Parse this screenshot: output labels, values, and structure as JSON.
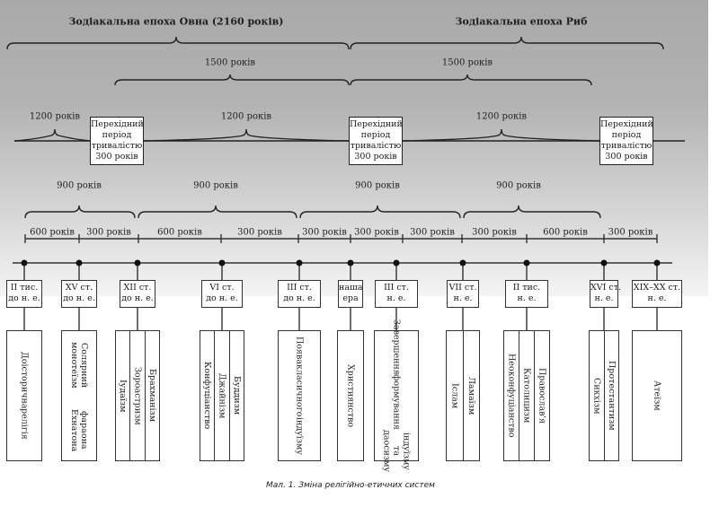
{
  "diagram": {
    "title": "Зміна релігійно-етичних систем",
    "caption": "Мал. 1. Зміна релігійно-етичних систем",
    "eras": [
      {
        "label": "Зодіакальна епоха Овна (2160 років)"
      },
      {
        "label": "Зодіакальна епоха Риб"
      }
    ],
    "spans_1500": [
      {
        "label": "1500 років"
      },
      {
        "label": "1500 років"
      }
    ],
    "spans_1200": [
      {
        "label": "1200 років"
      },
      {
        "label": "1200 років"
      },
      {
        "label": "1200 років"
      }
    ],
    "transition_periods": [
      {
        "lines": [
          "Перехідний",
          "період",
          "тривалістю",
          "300 років"
        ]
      },
      {
        "lines": [
          "Перехідний",
          "період",
          "тривалістю",
          "300 років"
        ]
      },
      {
        "lines": [
          "Перехідний",
          "період",
          "тривалістю",
          "300 років"
        ]
      }
    ],
    "spans_900": [
      {
        "label": "900 років"
      },
      {
        "label": "900 років"
      },
      {
        "label": "900 років"
      },
      {
        "label": "900 років"
      }
    ],
    "segments": [
      {
        "label": "600 років"
      },
      {
        "label": "300 років"
      },
      {
        "label": "600 років"
      },
      {
        "label": "300 років"
      },
      {
        "label": "300 років"
      },
      {
        "label": "300 років"
      },
      {
        "label": "300 років"
      },
      {
        "label": "300 років"
      },
      {
        "label": "600 років"
      },
      {
        "label": "300 років"
      }
    ],
    "milestones": [
      {
        "date": [
          "II тис.",
          "до н. е."
        ],
        "religions": [
          [
            "Доісторична",
            "релігія"
          ]
        ]
      },
      {
        "date": [
          "XV ст.",
          "до н. е."
        ],
        "religions": [
          [
            "Солярний монотеїзм",
            "фараона Ехнатона"
          ]
        ]
      },
      {
        "date": [
          "XII ст.",
          "до н. е."
        ],
        "religions": [
          [
            "Іудаїзм"
          ],
          [
            "Зороастризм"
          ],
          [
            "Брахманізм"
          ]
        ]
      },
      {
        "date": [
          "VI ст.",
          "до н. е."
        ],
        "religions": [
          [
            "Конфуціанство"
          ],
          [
            "Джайнізм"
          ],
          [
            "Буддизм"
          ]
        ]
      },
      {
        "date": [
          "III ст.",
          "до н. е."
        ],
        "religions": [
          [
            "Поява",
            "класичного",
            "індуїзму"
          ]
        ]
      },
      {
        "date": [
          "наша",
          "ера"
        ],
        "religions": [
          [
            "Християнство"
          ]
        ]
      },
      {
        "date": [
          "III ст.",
          "н. е."
        ],
        "religions": [
          [
            "Завершення",
            "формування",
            "індуїзму та даосизму"
          ]
        ]
      },
      {
        "date": [
          "VII ст.",
          "н. е."
        ],
        "religions": [
          [
            "Іслам"
          ],
          [
            "Ламаїзм"
          ]
        ]
      },
      {
        "date": [
          "II тис.",
          "н. е."
        ],
        "religions": [
          [
            "Неоконфуціанство"
          ],
          [
            "Католицизм"
          ],
          [
            "Православ'я"
          ]
        ]
      },
      {
        "date": [
          "XVI ст.",
          "н. е."
        ],
        "religions": [
          [
            "Сикхізм"
          ],
          [
            "Протестантизм"
          ]
        ]
      },
      {
        "date": [
          "XIX–XX ст.",
          "н. е."
        ],
        "religions": [
          [
            "Атеїзм"
          ]
        ]
      }
    ]
  }
}
